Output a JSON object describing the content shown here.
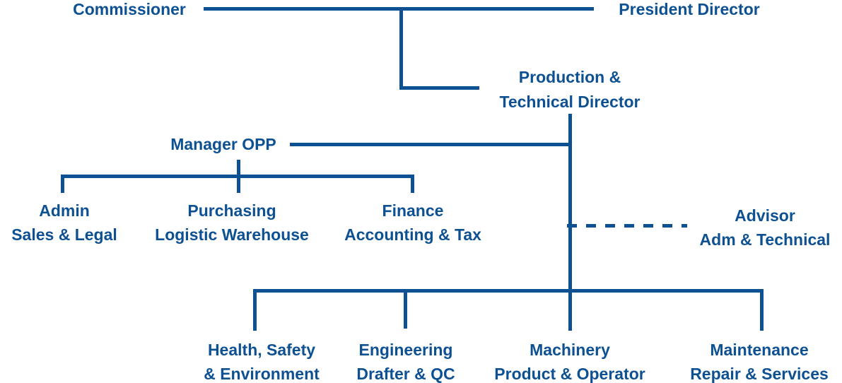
{
  "diagram": {
    "type": "org-chart",
    "colors": {
      "line": "#0E5193",
      "text": "#0E5193",
      "background": "#FFFFFF"
    },
    "nodes": {
      "commissioner": {
        "line1": "Commissioner"
      },
      "president_director": {
        "line1": "President Director"
      },
      "production_technical_director": {
        "line1": "Production &",
        "line2": "Technical Director"
      },
      "manager_opp": {
        "line1": "Manager OPP"
      },
      "admin_sales_legal": {
        "line1": "Admin",
        "line2": "Sales & Legal"
      },
      "purchasing_logistic_warehouse": {
        "line1": "Purchasing",
        "line2": "Logistic Warehouse"
      },
      "finance_accounting_tax": {
        "line1": "Finance",
        "line2": "Accounting & Tax"
      },
      "advisor_adm_technical": {
        "line1": "Advisor",
        "line2": "Adm & Technical"
      },
      "health_safety_environment": {
        "line1": "Health, Safety",
        "line2": "& Environment"
      },
      "engineering_drafter_qc": {
        "line1": "Engineering",
        "line2": "Drafter & QC"
      },
      "machinery_product_operator": {
        "line1": "Machinery",
        "line2": "Product & Operator"
      },
      "maintenance_repair_services": {
        "line1": "Maintenance",
        "line2": "Repair & Services"
      }
    },
    "edges": [
      {
        "from": "commissioner",
        "to": "president_director",
        "style": "solid"
      },
      {
        "from": "commissioner_president_link",
        "to": "production_technical_director",
        "style": "solid"
      },
      {
        "from": "production_technical_director",
        "to": "manager_opp",
        "style": "solid"
      },
      {
        "from": "manager_opp",
        "to": "admin_sales_legal",
        "style": "solid"
      },
      {
        "from": "manager_opp",
        "to": "purchasing_logistic_warehouse",
        "style": "solid"
      },
      {
        "from": "manager_opp",
        "to": "finance_accounting_tax",
        "style": "solid"
      },
      {
        "from": "production_technical_director",
        "to": "advisor_adm_technical",
        "style": "dashed"
      },
      {
        "from": "production_technical_director",
        "to": "health_safety_environment",
        "style": "solid"
      },
      {
        "from": "production_technical_director",
        "to": "engineering_drafter_qc",
        "style": "solid"
      },
      {
        "from": "production_technical_director",
        "to": "machinery_product_operator",
        "style": "solid"
      },
      {
        "from": "production_technical_director",
        "to": "maintenance_repair_services",
        "style": "solid"
      }
    ]
  }
}
